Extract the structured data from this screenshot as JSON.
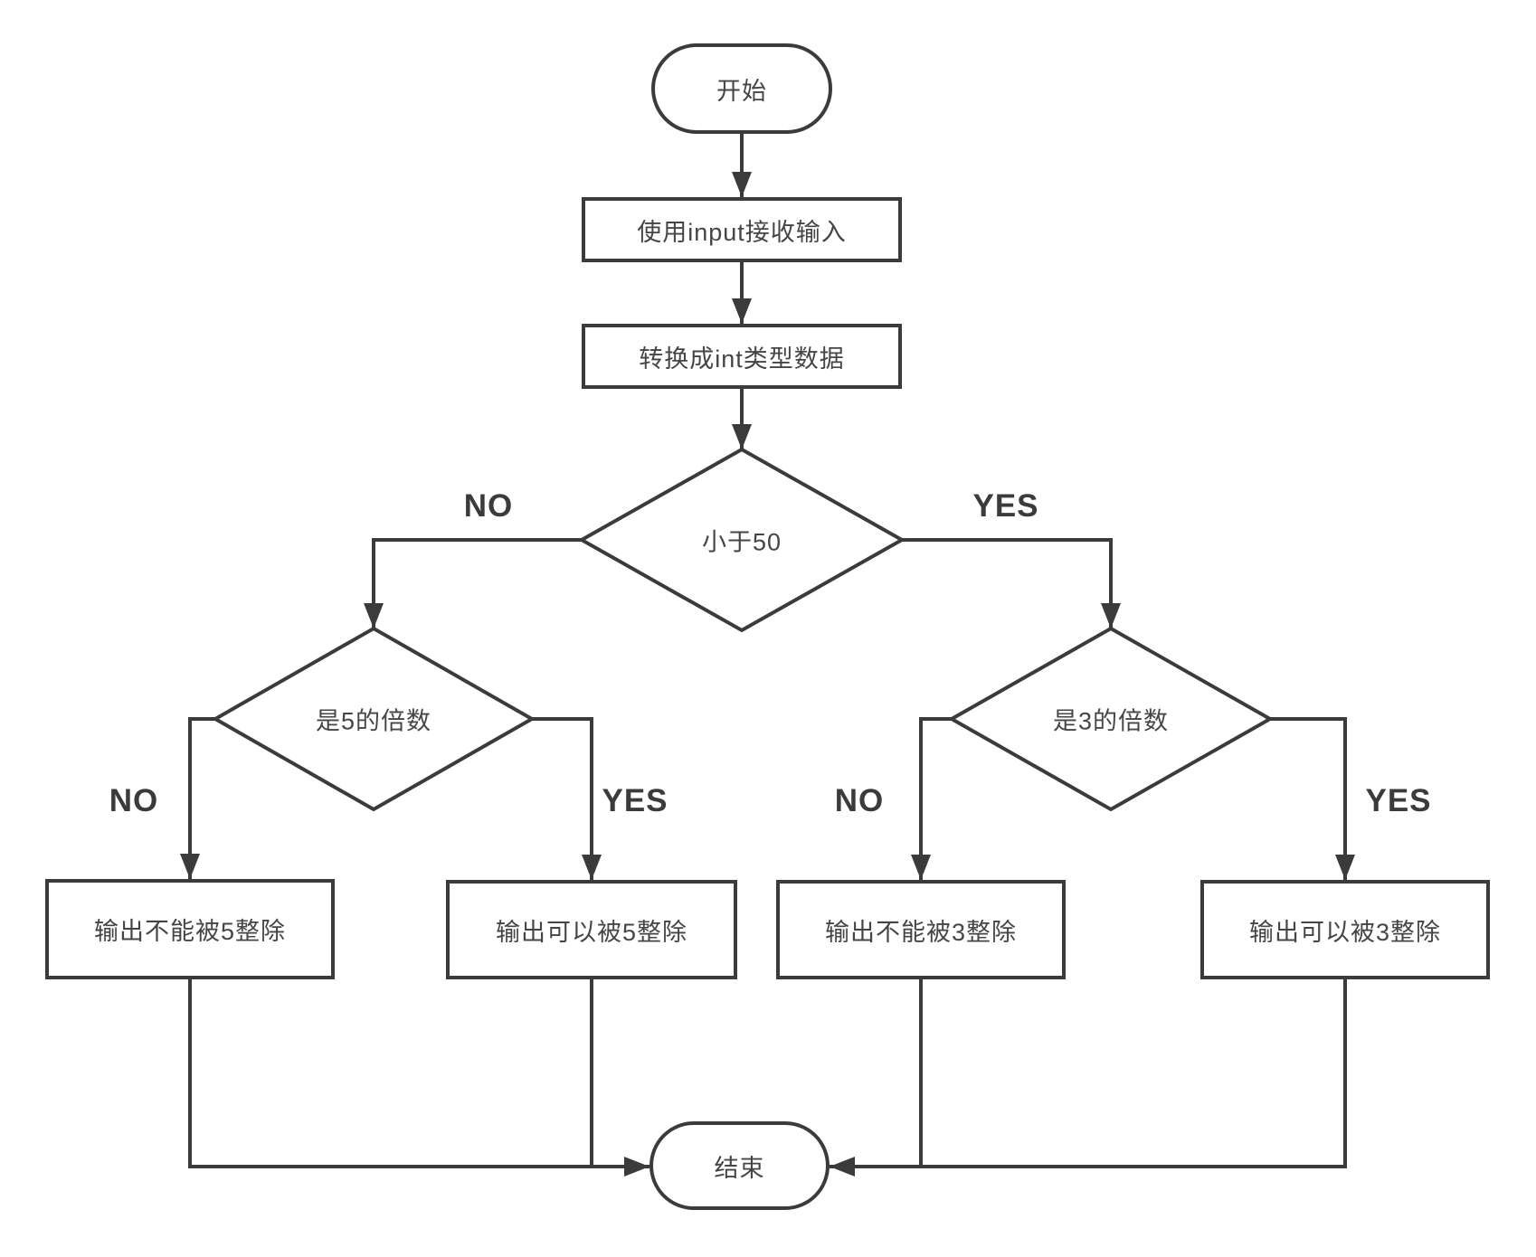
{
  "diagram": {
    "background_color": "#ffffff",
    "stroke_color": "#3b3b3b",
    "text_color": "#454545",
    "nodes": {
      "start": {
        "type": "terminator",
        "label": "开始"
      },
      "input": {
        "type": "process",
        "label": "使用input接收输入"
      },
      "convert": {
        "type": "process",
        "label": "转换成int类型数据"
      },
      "lt50": {
        "type": "decision",
        "label": "小于50"
      },
      "mul5": {
        "type": "decision",
        "label": "是5的倍数"
      },
      "mul3": {
        "type": "decision",
        "label": "是3的倍数"
      },
      "no5": {
        "type": "process",
        "label": "输出不能被5整除"
      },
      "yes5": {
        "type": "process",
        "label": "输出可以被5整除"
      },
      "no3": {
        "type": "process",
        "label": "输出不能被3整除"
      },
      "yes3": {
        "type": "process",
        "label": "输出可以被3整除"
      },
      "end": {
        "type": "terminator",
        "label": "结束"
      }
    },
    "branch_labels": {
      "lt50_no": "NO",
      "lt50_yes": "YES",
      "mul5_no": "NO",
      "mul5_yes": "YES",
      "mul3_no": "NO",
      "mul3_yes": "YES"
    }
  }
}
